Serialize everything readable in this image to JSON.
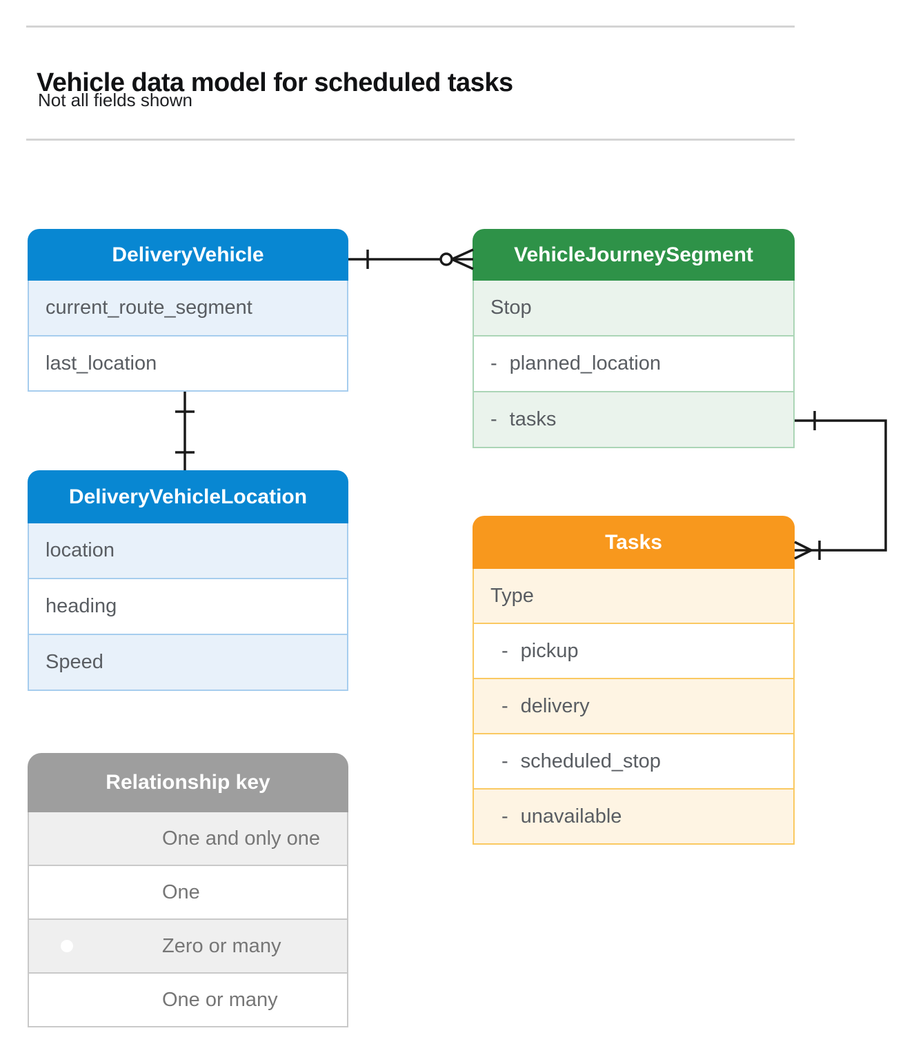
{
  "page": {
    "title": "Vehicle data model for scheduled tasks",
    "subtitle": "Not all fields shown"
  },
  "ui": {
    "dash": "-"
  },
  "colors": {
    "blue_header": "#0887d2",
    "blue_row": "#e8f1fa",
    "green_header": "#2e9248",
    "green_row": "#eaf3ec",
    "orange_header": "#f8981d",
    "orange_row": "#fef4e3",
    "gray_header": "#9e9e9e",
    "gray_row": "#efefef",
    "connector": "#1a1a1a"
  },
  "entities": {
    "delivery_vehicle": {
      "title": "DeliveryVehicle",
      "fields": [
        {
          "label": "current_route_segment"
        },
        {
          "label": "last_location"
        }
      ]
    },
    "vehicle_journey_segment": {
      "title": "VehicleJourneySegment",
      "fields": [
        {
          "label": "Stop"
        },
        {
          "label": "planned_location",
          "dash": true
        },
        {
          "label": "tasks",
          "dash": true
        }
      ]
    },
    "delivery_vehicle_location": {
      "title": "DeliveryVehicleLocation",
      "fields": [
        {
          "label": "location"
        },
        {
          "label": "heading"
        },
        {
          "label": "Speed"
        }
      ]
    },
    "tasks": {
      "title": "Tasks",
      "fields": [
        {
          "label": "Type"
        },
        {
          "label": "pickup",
          "dash": true
        },
        {
          "label": "delivery",
          "dash": true
        },
        {
          "label": "scheduled_stop",
          "dash": true
        },
        {
          "label": "unavailable",
          "dash": true
        }
      ]
    }
  },
  "relationships": [
    {
      "from": "DeliveryVehicle",
      "to": "VehicleJourneySegment",
      "from_cardinality": "one",
      "to_cardinality": "zero-or-many"
    },
    {
      "from": "DeliveryVehicle",
      "to": "DeliveryVehicleLocation",
      "from_cardinality": "one",
      "to_cardinality": "one"
    },
    {
      "from": "VehicleJourneySegment.tasks",
      "to": "Tasks",
      "from_cardinality": "one",
      "to_cardinality": "one-or-many"
    }
  ],
  "legend": {
    "title": "Relationship key",
    "items": [
      {
        "symbol": "one-and-only-one",
        "label": "One and only one"
      },
      {
        "symbol": "one",
        "label": "One"
      },
      {
        "symbol": "zero-or-many",
        "label": "Zero or many"
      },
      {
        "symbol": "one-or-many",
        "label": "One or many"
      }
    ]
  }
}
